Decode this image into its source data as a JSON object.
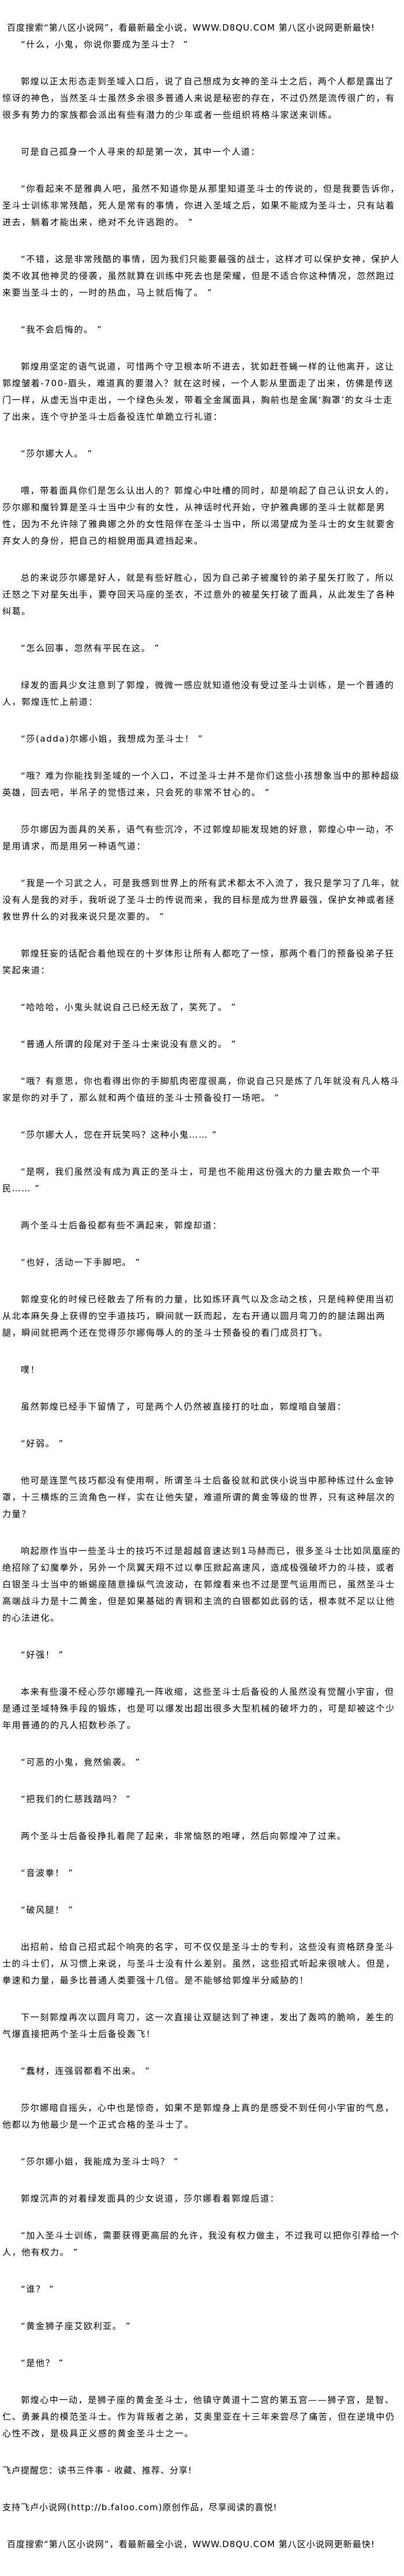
{
  "header_banner": "百度搜索“第八区小说网”，看最新最全小说，WWW.D8QU.COM   第八区小说网更新最快!",
  "paragraphs": [
    "“什么，小鬼，你说你要成为圣斗士？ ”",
    "郭煌以正太形态走到圣域入口后，说了自己想成为女神的圣斗士之后，两个人都是露出了惊讶的神色，当然圣斗士虽然多余很多普通人来说是秘密的存在，不过仍然是流传很广的，有很多有势力的家族都会派出有些有潜力的少年或者一些组织将格斗家送来训练。",
    "可是自己孤身一个人寻来的却是第一次，其中一个人道：",
    "“你看起来不是雅典人吧，虽然不知道你是从那里知道圣斗士的传说的，但是我要告诉你，圣斗士训练非常残酷，死人是常有的事情，你进入圣域之后，如果不能成为圣斗士，只有站着进去，躺着才能出来，绝对不允许逃跑的。 ”",
    "“不错，这是非常残酷的事情，因为我们只能要最强的战士，这样才可以保护女神，保护人类不收其他神灵的侵袭，虽然就算在训练中死去也是荣耀，但是不适合你这种情况，忽然跑过来要当圣斗士的，一时的热血，马上就后悔了。 ”",
    "“我不会后悔的。 ”",
    "郭煌用坚定的语气说道，可惜两个守卫根本听不进去，犹如赶苍蝇一样的让他离开，这让郭煌皱着-700-眉头，难道真的要潜入？就在这时候，一个人影从里面走了出来，仿佛是传送门一样，从虚无当中走出，一个绿色头发，带着全金属面具，胸前也是金属‘胸罩’的女斗士走了出来，连个守护圣斗士后备役连忙单跪立行礼道：",
    "“莎尔娜大人。 ”",
    "喂，带着面具你们是怎么认出人的？郭煌心中吐槽的同时，却是响起了自己认识女人的，莎尔娜和魔铃算是圣斗士当中少有的女性，从神话时代开始，守护雅典娜的圣斗士就都是男性，因为不允许除了雅典娜之外的女性陪伴在圣斗士当中，所以渴望成为圣斗士的女生就要舍弃女人的身份，把自己的相貌用面具遮挡起来。",
    "总的来说莎尔娜是好人，就是有些好胜心，因为自己弟子被魔铃的弟子星矢打败了，所以迁怒之下对星矢出手，要夺回天马座的圣衣，不过意外的被星矢打破了面具，从此发生了各种纠葛。",
    "“怎么回事，忽然有平民在这。 ”",
    "绿发的面具少女注意到了郭煌，微微一感应就知道他没有受过圣斗士训练，是一个普通的人，郭煌连忙上前道：",
    "“莎(adda)尔娜小姐，我想成为圣斗士！ ”",
    "“哦？难为你能找到圣域的一个入口，不过圣斗士并不是你们这些小孩想象当中的那种超级英雄，回去吧，半吊子的觉悟过来，只会死的非常不甘心的。 ”",
    "莎尔娜因为面具的关系，语气有些沉冷，不过郭煌却能发现她的好意，郭煌心中一动，不是用请求，而是用另一种语气道：",
    "“我是一个习武之人，可是我感到世界上的所有武术都太不入流了，我只是学习了几年，就没有人是我的对手，我听说了圣斗士的传说而来，我的目标是成为世界最强，保护女神或者拯救世界什么的对我来说只是次要的。 ”",
    "郭煌狂妄的话配合着他现在的十岁体形让所有人都吃了一惊，那两个看门的预备役弟子狂笑起来道：",
    "“哈哈哈，小鬼头就说自己已经无敌了，笑死了。 ”",
    "“普通人所谓的段尾对于圣斗士来说没有意义的。 ”",
    "“哦？有意思，你也看得出你的手脚肌肉密度很高，你说自己只是炼了几年就没有凡人格斗家是你的对手了，那么就和两个值班的圣斗士预备役打一场吧。 ”",
    "“莎尔娜大人，您在开玩笑吗？这种小鬼…… ”",
    "“是啊，我们虽然没有成为真正的圣斗士，可是也不能用这份强大的力量去欺负一个平民…… ”",
    "两个圣斗士后备役都有些不满起来，郭煌却道：",
    "“也好，活动一下手脚吧。 ”",
    "郭煌变化的时候已经散去了所有的力量，比如炼环真气以及念动之核，只是纯粹使用当初从北本麻矢身上获得的空手道技巧，瞬间就一跃而起，左右开通以圆月弯刀的的腿法踢出两腿，瞬间就把两个还在觉得莎尔娜侮辱人的的圣斗士预备役的看门成员打飞。",
    "噗！",
    "虽然郭煌已经手下留情了，可是两个人仍然被直接打的吐血，郭煌暗自皱眉：",
    "“好弱。 ”",
    "他可是连罡气技巧都没有使用啊，所谓圣斗士后备役就和武侠小说当中那种练过什么金钟罩，十三横炼的三流角色一样，实在让他失望，难道所谓的黄金等级的世界，只有这种层次的力量？",
    "响起原作当中一些圣斗士的技巧不过是超越音速达到1马赫而已，很多圣斗士比如凤凰座的绝招除了幻魔拳外，另外一个凤翼天翔不过以拳压掀起高速风，造成极强破坏力的斗技，或者白银圣斗士当中的蜥蜴座随意操纵气流波动，在郭煌看来也不过是罡气运用而已，虽然圣斗士高端战斗力是十二黄金，但是如果基础的青铜和主流的白银都如此弱的话，根本就不足以让他的心法进化。",
    "“好强！ ”",
    "本来有些漫不经心莎尔娜瞳孔一阵收缩，这些圣斗士后备役的人虽然没有觉醒小宇宙，但是通过圣域特殊手段的锻炼，也是可以爆发出超出很多大型机械的破坏力的，可是却被这个少年用普通的的凡人招数秒杀了。",
    "“可恶的小鬼，竟然偷袭。 ”",
    "“把我们的仁慈践踏吗？ ”",
    "两个圣斗士后备役挣扎着爬了起来，非常恼怒的咆哮，然后向郭煌冲了过来。",
    "“音波拳！ ”",
    "“破风腿！ ”",
    "出招前，给自己招式起个响亮的名字，可不仅仅是圣斗士的专利，这些没有资格跻身圣斗士的斗士们，从习惯上来说，与圣斗士没有什么差别。虽然，这些招式听起来很唬人。但是，拳速和力量，最多比普通人类要强十几倍。是不能够给郭煌半分威胁的！",
    "下一刻郭煌再次以圆月弯刀，这一次直接让双腿达到了神速，发出了轰鸣的脆响，差生的气爆直接把两个圣斗士后备役轰飞！",
    "“蠢材，连强弱都看不出来。 ”",
    "莎尔娜暗自摇头，心中也是惊奇，如果不是郭煌身上真的是感受不到任何小宇宙的气息，他都以为他最少是一个正式合格的圣斗士了。",
    "“莎尔娜小姐，我能成为圣斗士吗？ ”",
    "郭煌沉声的对着绿发面具的少女说道，莎尔娜看着郭煌后道：",
    "“加入圣斗士训练，需要获得更高层的允许，我没有权力做主，不过我可以把你引荐给一个人，他有权力。 ”",
    "“谁？ ”",
    "“黄金狮子座艾欧利亚。 ”",
    "“是他？ ”",
    "郭煌心中一动，是狮子座的黄金圣斗士，他镇守黄道十二宫的第五宫——狮子宫，是智、仁、勇兼具的模范圣斗士。作为背叛者之弟，艾奥里亚在十三年来尝尽了痛苦，但在逆境中仍心性不改，是极具正义感的黄金圣斗士之一。"
  ],
  "footer": {
    "reminder": "飞卢提醒您：读书三件事 - 收藏、推荐、分享!",
    "support": "支持飞卢小说网(http://b.faloo.com)原创作品，尽享阅读的喜悦!",
    "banner": "百度搜索“第八区小说网”，看最新最全小说，WWW.D8QU.COM   第八区小说网更新最快!"
  }
}
